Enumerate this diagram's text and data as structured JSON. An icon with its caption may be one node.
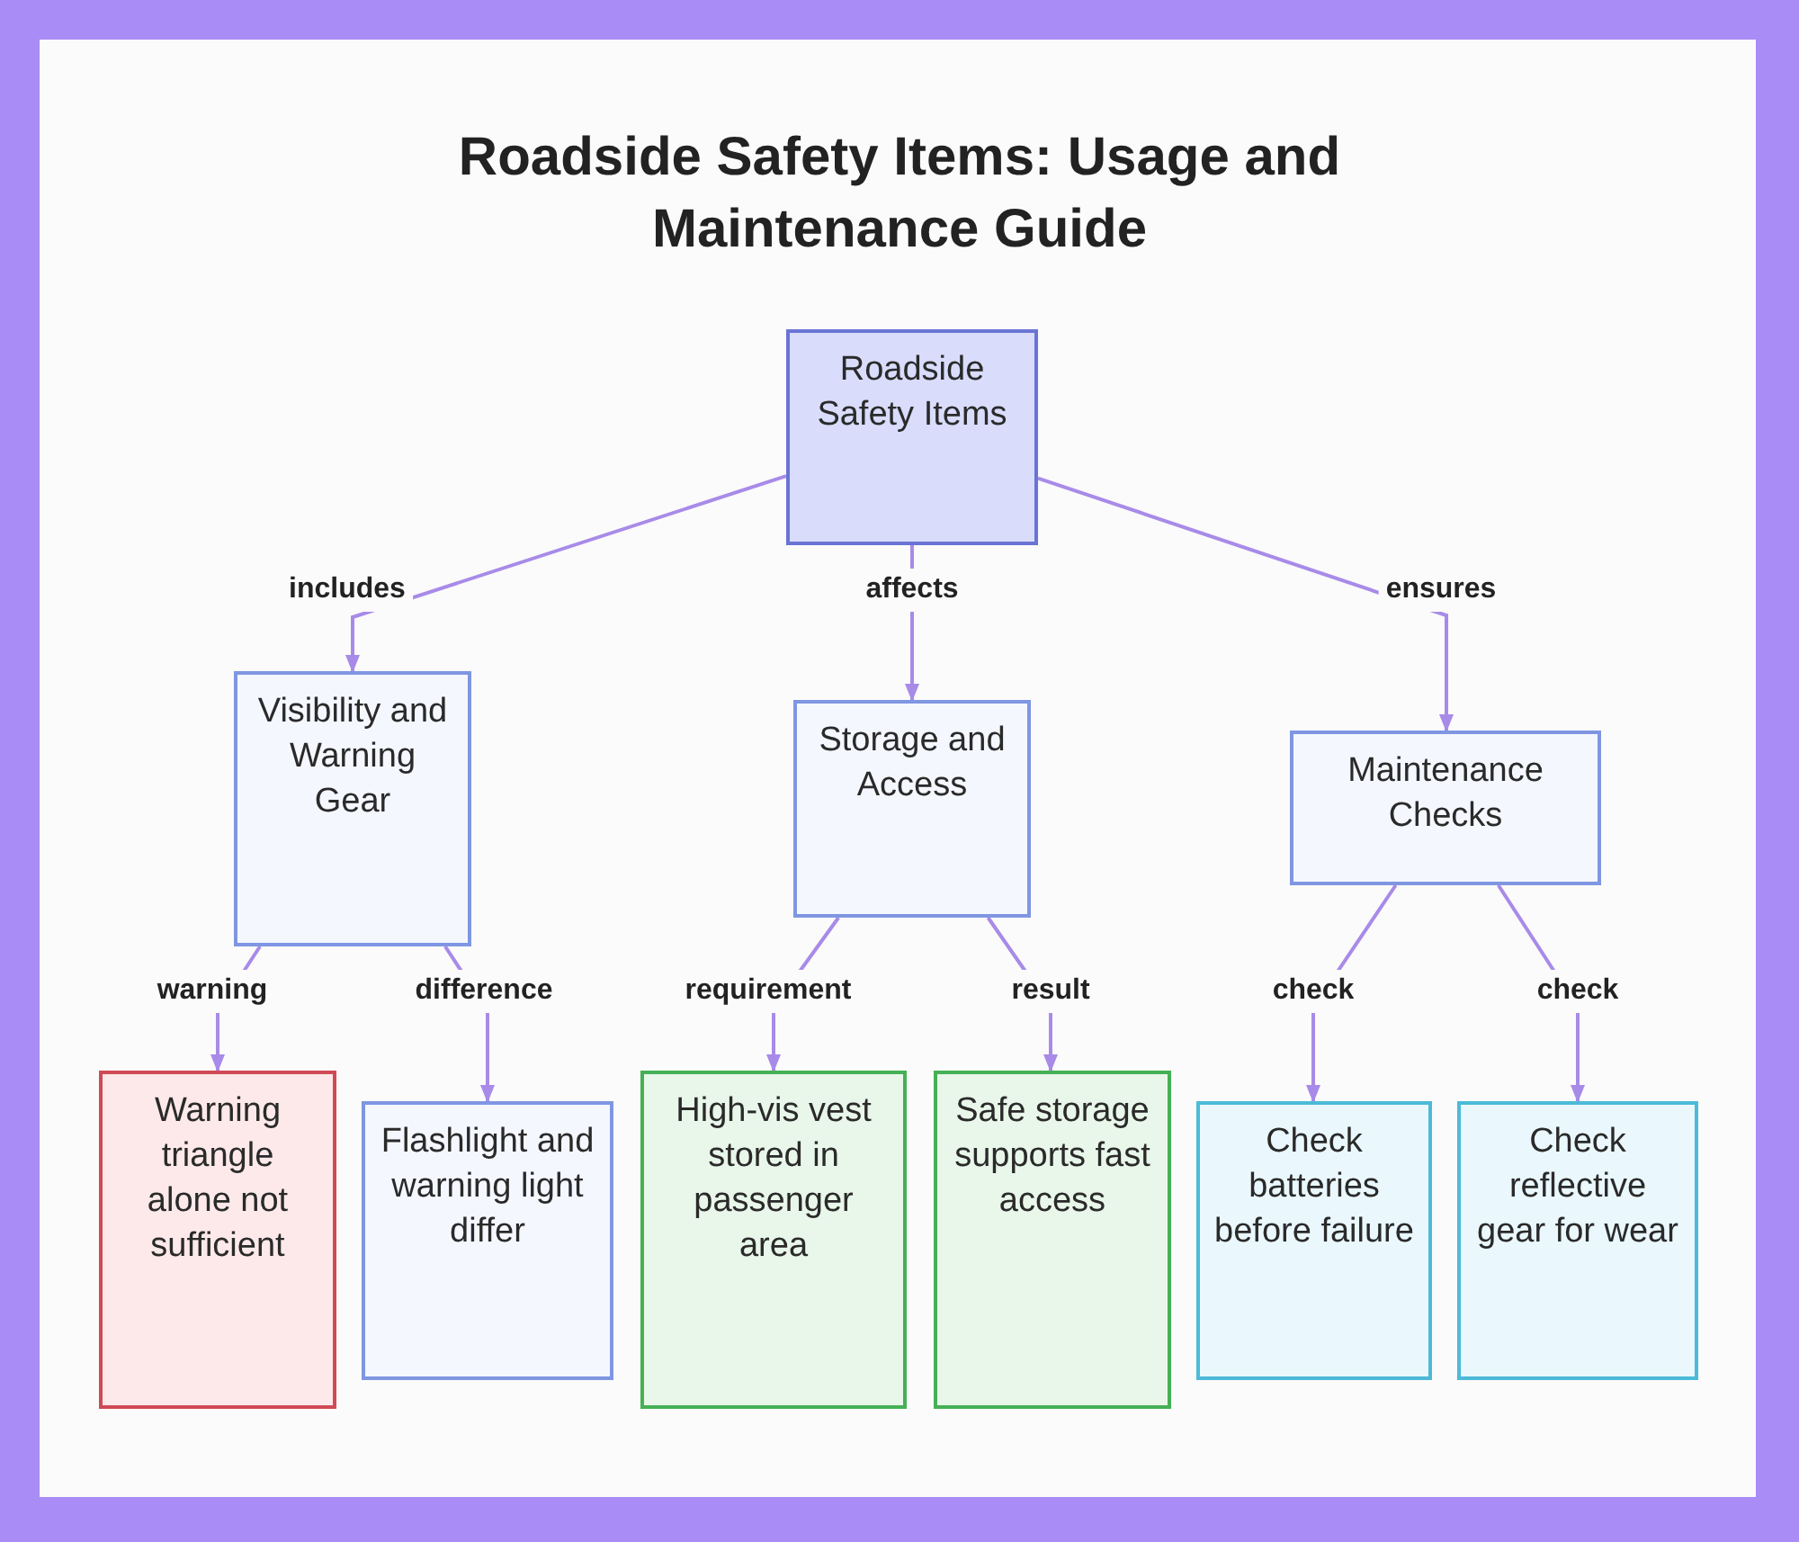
{
  "diagram": {
    "title": "Roadside Safety Items: Usage and Maintenance Guide",
    "nodes": [
      {
        "text": [
          "Roadside Safety Items"
        ]
      },
      {
        "text": [
          "Visibility and Warning Gear"
        ]
      },
      {
        "text": [
          "Storage and Access"
        ]
      },
      {
        "text": [
          "Maintenance Checks"
        ]
      },
      {
        "text": [
          "Warning triangle alone not sufficient"
        ]
      },
      {
        "text": [
          "Flashlight and warning light differ"
        ]
      },
      {
        "text": [
          "High-vis vest stored in passenger area"
        ]
      },
      {
        "text": [
          "Safe storage supports fast access"
        ]
      },
      {
        "text": [
          "Check batteries before failure"
        ]
      },
      {
        "text": [
          "Check reflective gear for wear"
        ]
      }
    ],
    "edges": [
      {
        "from": 0,
        "to": 1,
        "label": "includes",
        "arrow": "to"
      },
      {
        "from": 0,
        "to": 2,
        "label": "affects",
        "arrow": "to"
      },
      {
        "from": 0,
        "to": 3,
        "label": "ensures",
        "arrow": "to"
      },
      {
        "from": 1,
        "to": 4,
        "label": "warning",
        "arrow": "to"
      },
      {
        "from": 1,
        "to": 5,
        "label": "difference",
        "arrow": "to"
      },
      {
        "from": 2,
        "to": 6,
        "label": "requirement",
        "arrow": "to"
      },
      {
        "from": 2,
        "to": 7,
        "label": "result",
        "arrow": "to"
      },
      {
        "from": 3,
        "to": 8,
        "label": "check",
        "arrow": "to"
      },
      {
        "from": 3,
        "to": 9,
        "label": "check",
        "arrow": "to"
      }
    ]
  }
}
